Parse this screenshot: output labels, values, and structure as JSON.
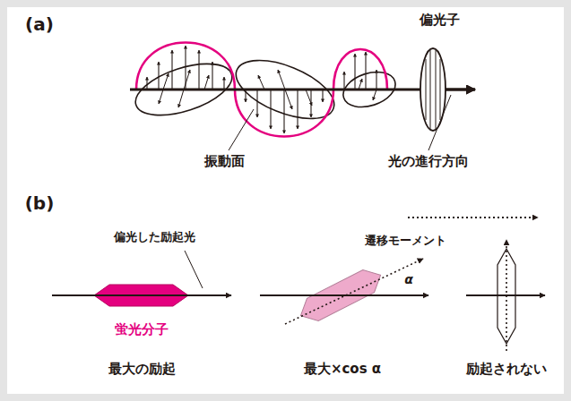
{
  "diagram": {
    "labels": [
      "(a)",
      "偏光子",
      "振動面",
      "光の進行方向",
      "(b)",
      "遷移モーメント",
      "偏光した励起光",
      "蛍光分子",
      "α",
      "最大の励起",
      "最大×cos α",
      "励起されない"
    ]
  }
}
